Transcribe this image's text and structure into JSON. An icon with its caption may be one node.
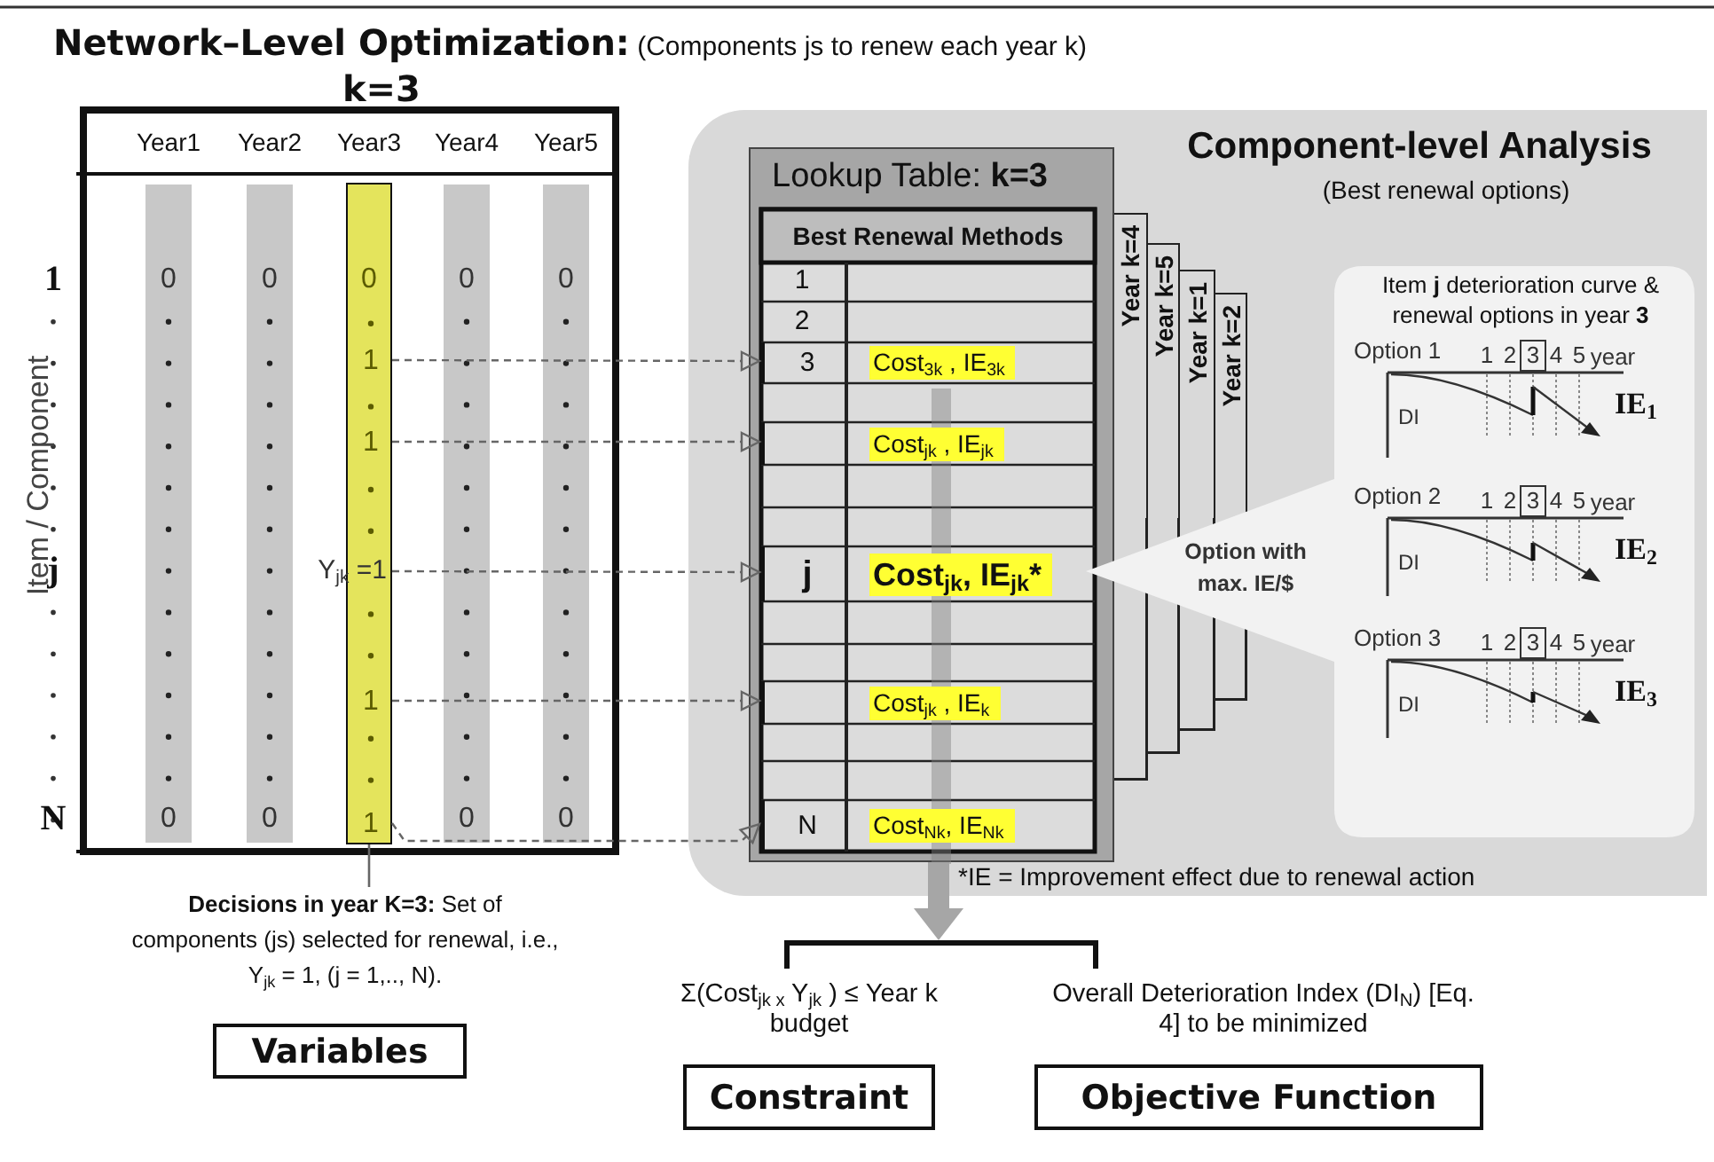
{
  "diagram": {
    "title": "**Network–Level Optimization:** (Components js to renew each year k)",
    "nodes": [
      {
        "text": [
          "k=3"
        ]
      },
      {
        "text": [],
        "shape": "bar",
        "in": 0
      },
      {
        "text": [
          "1"
        ],
        "in": 1
      },
      {
        "text": [
          "1"
        ],
        "in": 1
      },
      {
        "text": [
          "Y$_{jk}$ =1"
        ],
        "in": 0
      },
      {
        "text": [
          "1"
        ],
        "in": 1
      },
      {
        "text": [
          "1"
        ],
        "in": 1
      },
      {
        "text": [
          "Component-level Analysis",
          "(Best renewal options)",
          "*IE = Improvement effect due to renewal action"
        ]
      },
      {
        "text": [
          "Lookup Table: **k=3**",
          "Best Renewal Methods"
        ],
        "in": 7
      },
      {
        "text": [
          "3",
          "Cost$_{3k}$ , IE$_{3k}$"
        ],
        "in": 8
      },
      {
        "text": [
          "Cost$_{jk}$ , IE$_{jk}$"
        ],
        "in": 8
      },
      {
        "text": [
          "j",
          "Cost$_{jk}$, IE$_{jk}$*"
        ],
        "in": 8
      },
      {
        "text": [
          "Cost$_{jk}$ , IE$_{k}$"
        ],
        "in": 8
      },
      {
        "text": [
          "N",
          "Cost$_{Nk}$, IE$_{Nk}$"
        ],
        "in": 8
      },
      {
        "text": [
          "Year k=4"
        ],
        "in": 7
      },
      {
        "text": [
          "Year k=5"
        ],
        "in": 7
      },
      {
        "text": [
          "Year k=1"
        ],
        "in": 7
      },
      {
        "text": [
          "Year k=2"
        ],
        "in": 7
      },
      {
        "text": [
          "Item **j** deterioration curve & renewal options in year **3**",
          "Option with max. IE/$"
        ],
        "in": 7
      },
      {
        "text": [
          "Option 1"
        ],
        "in": 18
      },
      {
        "text": [
          "Option 2"
        ],
        "in": 18
      },
      {
        "text": [
          "Option 3"
        ],
        "in": 18
      },
      {
        "text": [
          "**Decisions in year K=3:** Set of components (js) selected for renewal, i.e., Y$_{jk}$ = 1, (j = 1,.., N)."
        ]
      },
      {
        "text": [
          "Variables"
        ]
      },
      {
        "text": [],
        "shape": "bracket"
      },
      {
        "text": [
          "Constraint"
        ]
      },
      {
        "text": [
          "Objective Function"
        ]
      }
    ],
    "edges": [
      {
        "from": 2,
        "to": 9,
        "arrow": "to",
        "style": "dashed"
      },
      {
        "from": 3,
        "to": 10,
        "arrow": "to",
        "style": "dashed"
      },
      {
        "from": 4,
        "to": 11,
        "arrow": "to",
        "style": "dashed"
      },
      {
        "from": 5,
        "to": 12,
        "arrow": "to",
        "style": "dashed"
      },
      {
        "from": 6,
        "to": 13,
        "arrow": "to",
        "style": "dashed"
      },
      {
        "from": 22,
        "to": 1,
        "arrow": "none"
      },
      {
        "from": 8,
        "to": 24,
        "arrow": "to",
        "style": "thick",
        "color": "#a6a6a6"
      }
    ],
    "labels": [
      "Year1",
      "Year2",
      "Year3",
      "Year4",
      "Year5",
      "1",
      "0",
      "0",
      "0",
      "0",
      "0",
      "Item / Component",
      "j",
      "N",
      "0",
      "0",
      "0",
      "0",
      "1",
      "2",
      "1",
      "2",
      "3",
      "4",
      "5",
      "year",
      "IE$_{1}$",
      "DI",
      "1",
      "2",
      "3",
      "4",
      "5",
      "year",
      "IE$_{2}$",
      "DI",
      "1",
      "2",
      "3",
      "4",
      "5",
      "year",
      "IE$_{3}$",
      "DI",
      "Σ(Cost$_{jk x}$ Y$_{jk}$ ) ≤ Year k budget",
      "Overall Deterioration Index (DI$_{N}$) [Eq. 4] to be minimized"
    ]
  }
}
